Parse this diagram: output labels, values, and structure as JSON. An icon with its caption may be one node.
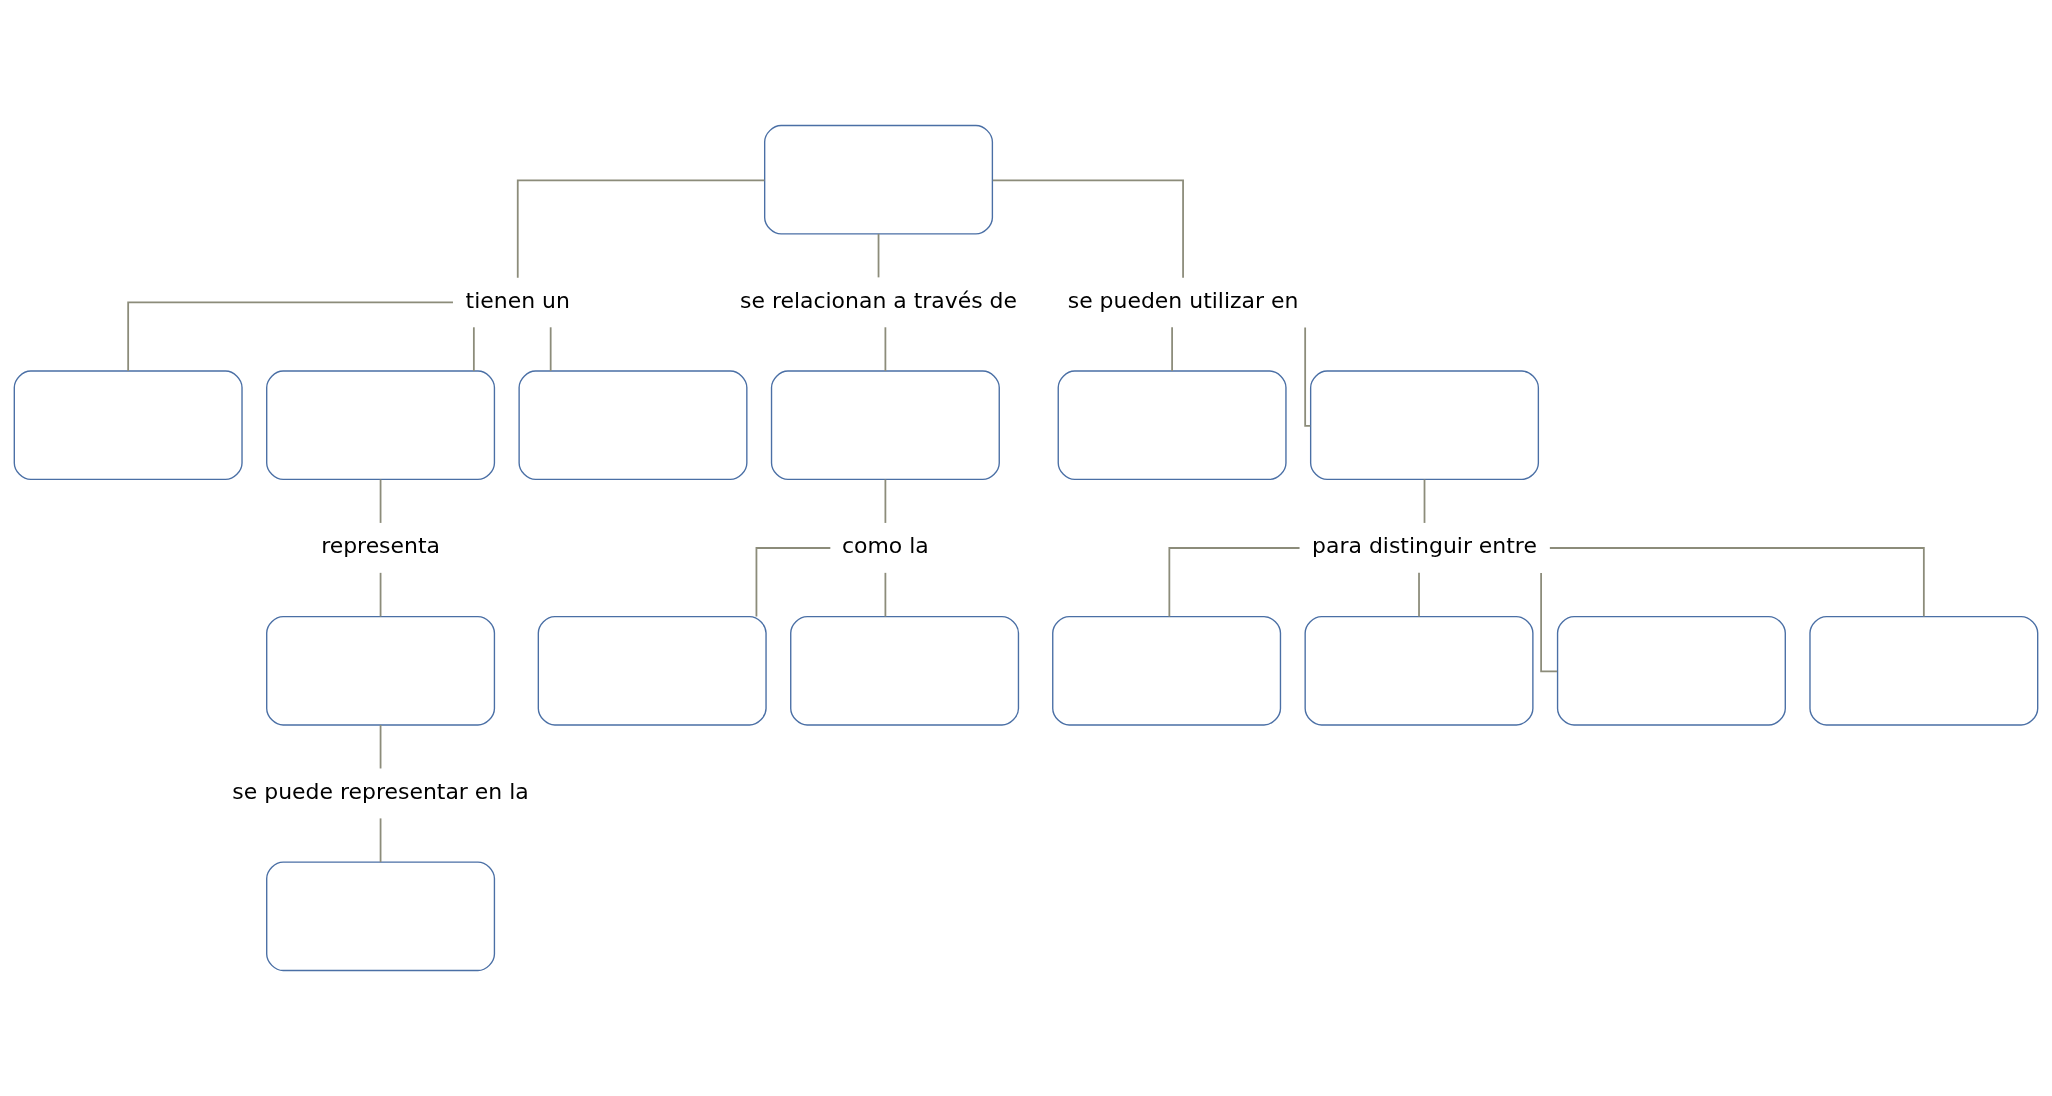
{
  "diagram": {
    "nodes": [
      {
        "text": [],
        "shape": "box"
      },
      {
        "text": [
          "tienen un"
        ]
      },
      {
        "text": [
          "se relacionan a través de"
        ]
      },
      {
        "text": [
          "se pueden utilizar en"
        ]
      },
      {
        "text": [],
        "shape": "box"
      },
      {
        "text": [],
        "shape": "box"
      },
      {
        "text": [],
        "shape": "box"
      },
      {
        "text": [],
        "shape": "box"
      },
      {
        "text": [],
        "shape": "box"
      },
      {
        "text": [],
        "shape": "box"
      },
      {
        "text": [
          "representa"
        ]
      },
      {
        "text": [
          "como la"
        ]
      },
      {
        "text": [
          "para distinguir entre"
        ]
      },
      {
        "text": [],
        "shape": "box"
      },
      {
        "text": [],
        "shape": "box"
      },
      {
        "text": [],
        "shape": "box"
      },
      {
        "text": [],
        "shape": "box"
      },
      {
        "text": [],
        "shape": "box"
      },
      {
        "text": [
          "se puede representar en la"
        ]
      },
      {
        "text": [],
        "shape": "box"
      },
      {
        "text": [],
        "shape": "box"
      },
      {
        "text": [],
        "shape": "box"
      }
    ],
    "edges": [
      {
        "from": 0,
        "to": 1,
        "arrow": "none"
      },
      {
        "from": 0,
        "to": 2,
        "arrow": "none"
      },
      {
        "from": 0,
        "to": 3,
        "arrow": "none"
      },
      {
        "from": 1,
        "to": 4,
        "arrow": "none"
      },
      {
        "from": 1,
        "to": 5,
        "arrow": "none"
      },
      {
        "from": 1,
        "to": 6,
        "arrow": "none"
      },
      {
        "from": 2,
        "to": 7,
        "arrow": "none"
      },
      {
        "from": 3,
        "to": 8,
        "arrow": "none"
      },
      {
        "from": 3,
        "to": 9,
        "arrow": "none"
      },
      {
        "from": 5,
        "to": 10,
        "arrow": "none"
      },
      {
        "from": 7,
        "to": 11,
        "arrow": "none"
      },
      {
        "from": 9,
        "to": 12,
        "arrow": "none"
      },
      {
        "from": 10,
        "to": 13,
        "arrow": "none"
      },
      {
        "from": 11,
        "to": 14,
        "arrow": "none"
      },
      {
        "from": 11,
        "to": 15,
        "arrow": "none"
      },
      {
        "from": 12,
        "to": 16,
        "arrow": "none"
      },
      {
        "from": 12,
        "to": 17,
        "arrow": "none"
      },
      {
        "from": 12,
        "to": 19,
        "arrow": "none"
      },
      {
        "from": 12,
        "to": 20,
        "arrow": "none"
      },
      {
        "from": 13,
        "to": 18,
        "arrow": "none"
      },
      {
        "from": 18,
        "to": 21,
        "arrow": "none"
      }
    ]
  }
}
